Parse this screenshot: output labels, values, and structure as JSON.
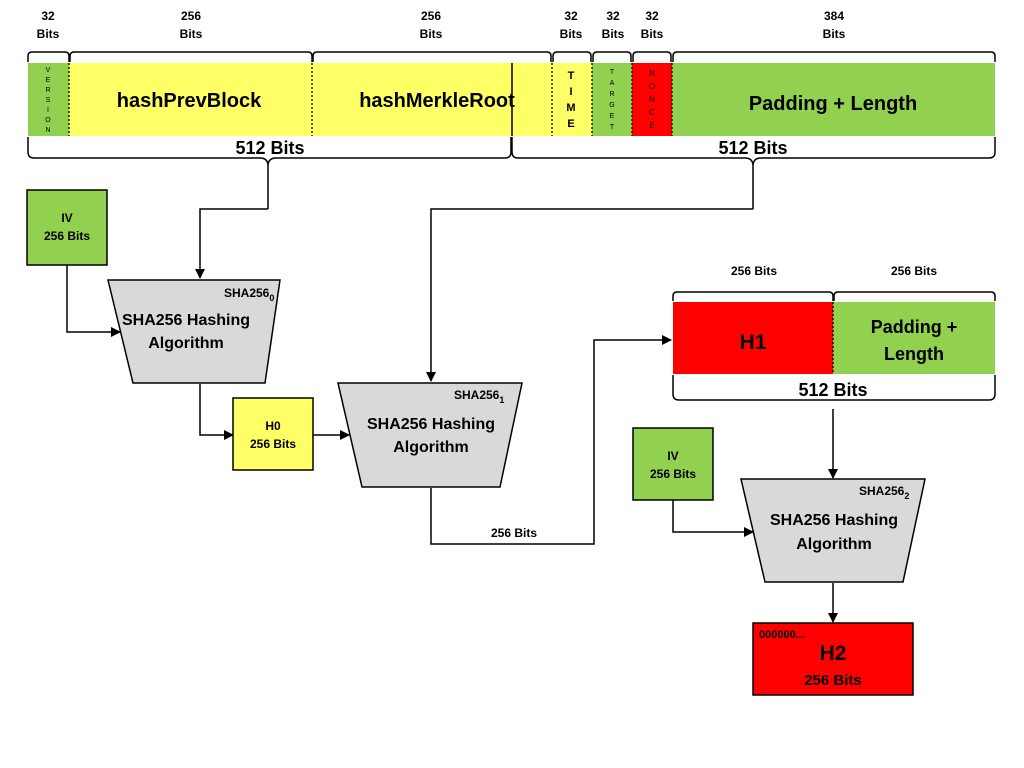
{
  "colors": {
    "green": "#92d050",
    "yellow": "#ffff66",
    "red": "#ff0000",
    "gray": "#d9d9d9",
    "stroke": "#000000"
  },
  "header": {
    "top_labels": [
      {
        "num": "32",
        "unit": "Bits"
      },
      {
        "num": "256",
        "unit": "Bits"
      },
      {
        "num": "256",
        "unit": "Bits"
      },
      {
        "num": "32",
        "unit": "Bits"
      },
      {
        "num": "32",
        "unit": "Bits"
      },
      {
        "num": "32",
        "unit": "Bits"
      },
      {
        "num": "384",
        "unit": "Bits"
      }
    ],
    "fields": {
      "version_letters": [
        "V",
        "E",
        "R",
        "S",
        "I",
        "O",
        "N"
      ],
      "hash_prev_block": "hashPrevBlock",
      "hash_merkle_root": "hashMerkleRoot",
      "time_letters": [
        "T",
        "I",
        "M",
        "E"
      ],
      "target_letters": [
        "T",
        "A",
        "R",
        "G",
        "E",
        "T"
      ],
      "nonce_letters": [
        "N",
        "O",
        "N",
        "C",
        "E"
      ],
      "padding_length": "Padding + Length"
    },
    "chunk_labels": [
      "512 Bits",
      "512 Bits"
    ]
  },
  "iv_box_1": {
    "line1": "IV",
    "line2": "256 Bits"
  },
  "sha0": {
    "tag": "SHA256",
    "sub": "0",
    "line1": "SHA256 Hashing",
    "line2": "Algorithm"
  },
  "h0_box": {
    "line1": "H0",
    "line2": "256 Bits"
  },
  "sha1": {
    "tag": "SHA256",
    "sub": "1",
    "line1": "SHA256 Hashing",
    "line2": "Algorithm"
  },
  "sha1_output_label": "256 Bits",
  "second_block": {
    "h1_size": "256 Bits",
    "padding_size": "256 Bits",
    "h1_label": "H1",
    "padding_line1": "Padding +",
    "padding_line2": "Length",
    "total": "512 Bits"
  },
  "iv_box_2": {
    "line1": "IV",
    "line2": "256 Bits"
  },
  "sha2": {
    "tag": "SHA256",
    "sub": "2",
    "line1": "SHA256 Hashing",
    "line2": "Algorithm"
  },
  "h2_box": {
    "prefix": "000000...",
    "line1": "H2",
    "line2": "256 Bits"
  }
}
